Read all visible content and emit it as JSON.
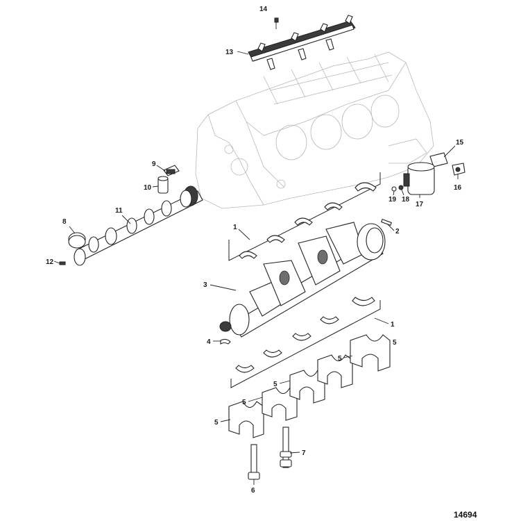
{
  "figure": {
    "number": "14694"
  },
  "callouts": [
    {
      "id": "c1a",
      "label": "1"
    },
    {
      "id": "c1b",
      "label": "1"
    },
    {
      "id": "c2",
      "label": "2"
    },
    {
      "id": "c3",
      "label": "3"
    },
    {
      "id": "c4",
      "label": "4"
    },
    {
      "id": "c5a",
      "label": "5"
    },
    {
      "id": "c5b",
      "label": "5"
    },
    {
      "id": "c5c",
      "label": "5"
    },
    {
      "id": "c5d",
      "label": "5"
    },
    {
      "id": "c5e",
      "label": "5"
    },
    {
      "id": "c6",
      "label": "6"
    },
    {
      "id": "c7",
      "label": "7"
    },
    {
      "id": "c8",
      "label": "8"
    },
    {
      "id": "c9",
      "label": "9"
    },
    {
      "id": "c10",
      "label": "10"
    },
    {
      "id": "c11",
      "label": "11"
    },
    {
      "id": "c12",
      "label": "12"
    },
    {
      "id": "c13",
      "label": "13"
    },
    {
      "id": "c14",
      "label": "14"
    },
    {
      "id": "c15",
      "label": "15"
    },
    {
      "id": "c16",
      "label": "16"
    },
    {
      "id": "c17",
      "label": "17"
    },
    {
      "id": "c18",
      "label": "18"
    },
    {
      "id": "c19",
      "label": "19"
    }
  ]
}
